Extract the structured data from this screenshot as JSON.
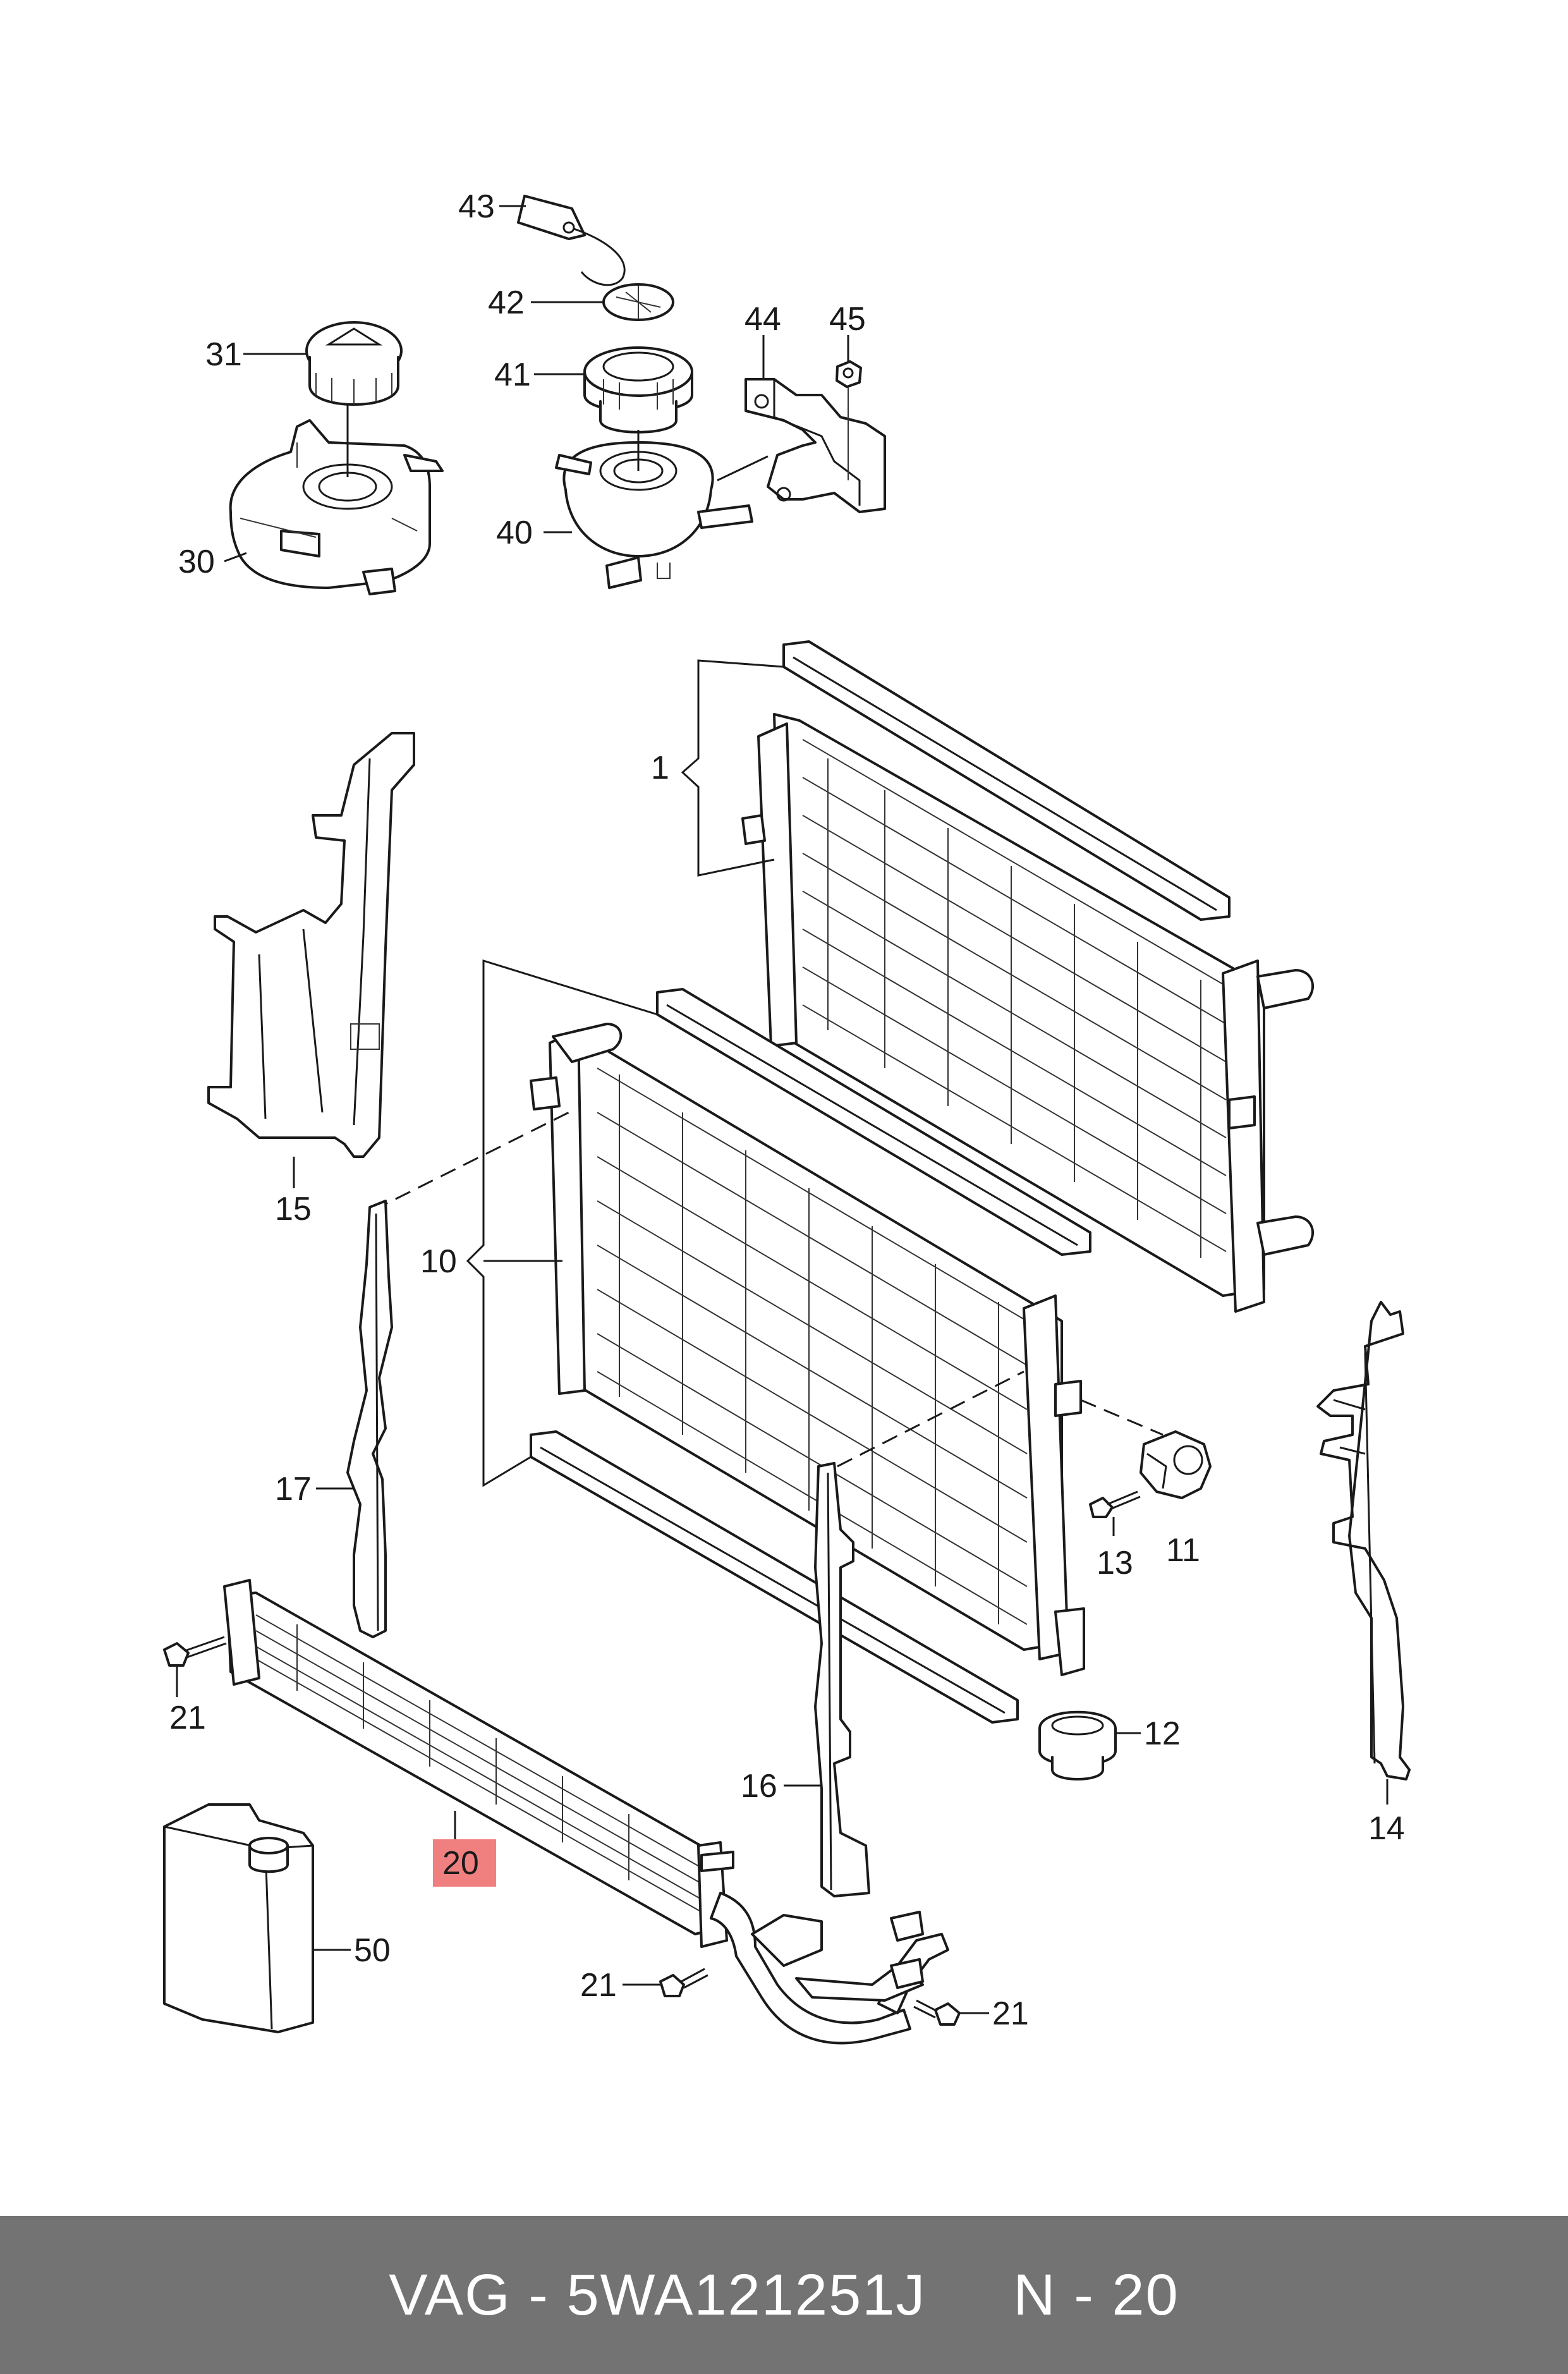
{
  "diagram": {
    "labels": {
      "p1": "1",
      "p10": "10",
      "p11": "11",
      "p12": "12",
      "p13": "13",
      "p14": "14",
      "p15": "15",
      "p16": "16",
      "p17": "17",
      "p20": "20",
      "p21a": "21",
      "p21b": "21",
      "p21c": "21",
      "p30": "30",
      "p31": "31",
      "p40": "40",
      "p41": "41",
      "p42": "42",
      "p43": "43",
      "p44": "44",
      "p45": "45",
      "p50": "50"
    },
    "highlight_color": "#f08080"
  },
  "footer": {
    "text": "VAG - 5WA121251J     N - 20",
    "background": "#737373"
  }
}
